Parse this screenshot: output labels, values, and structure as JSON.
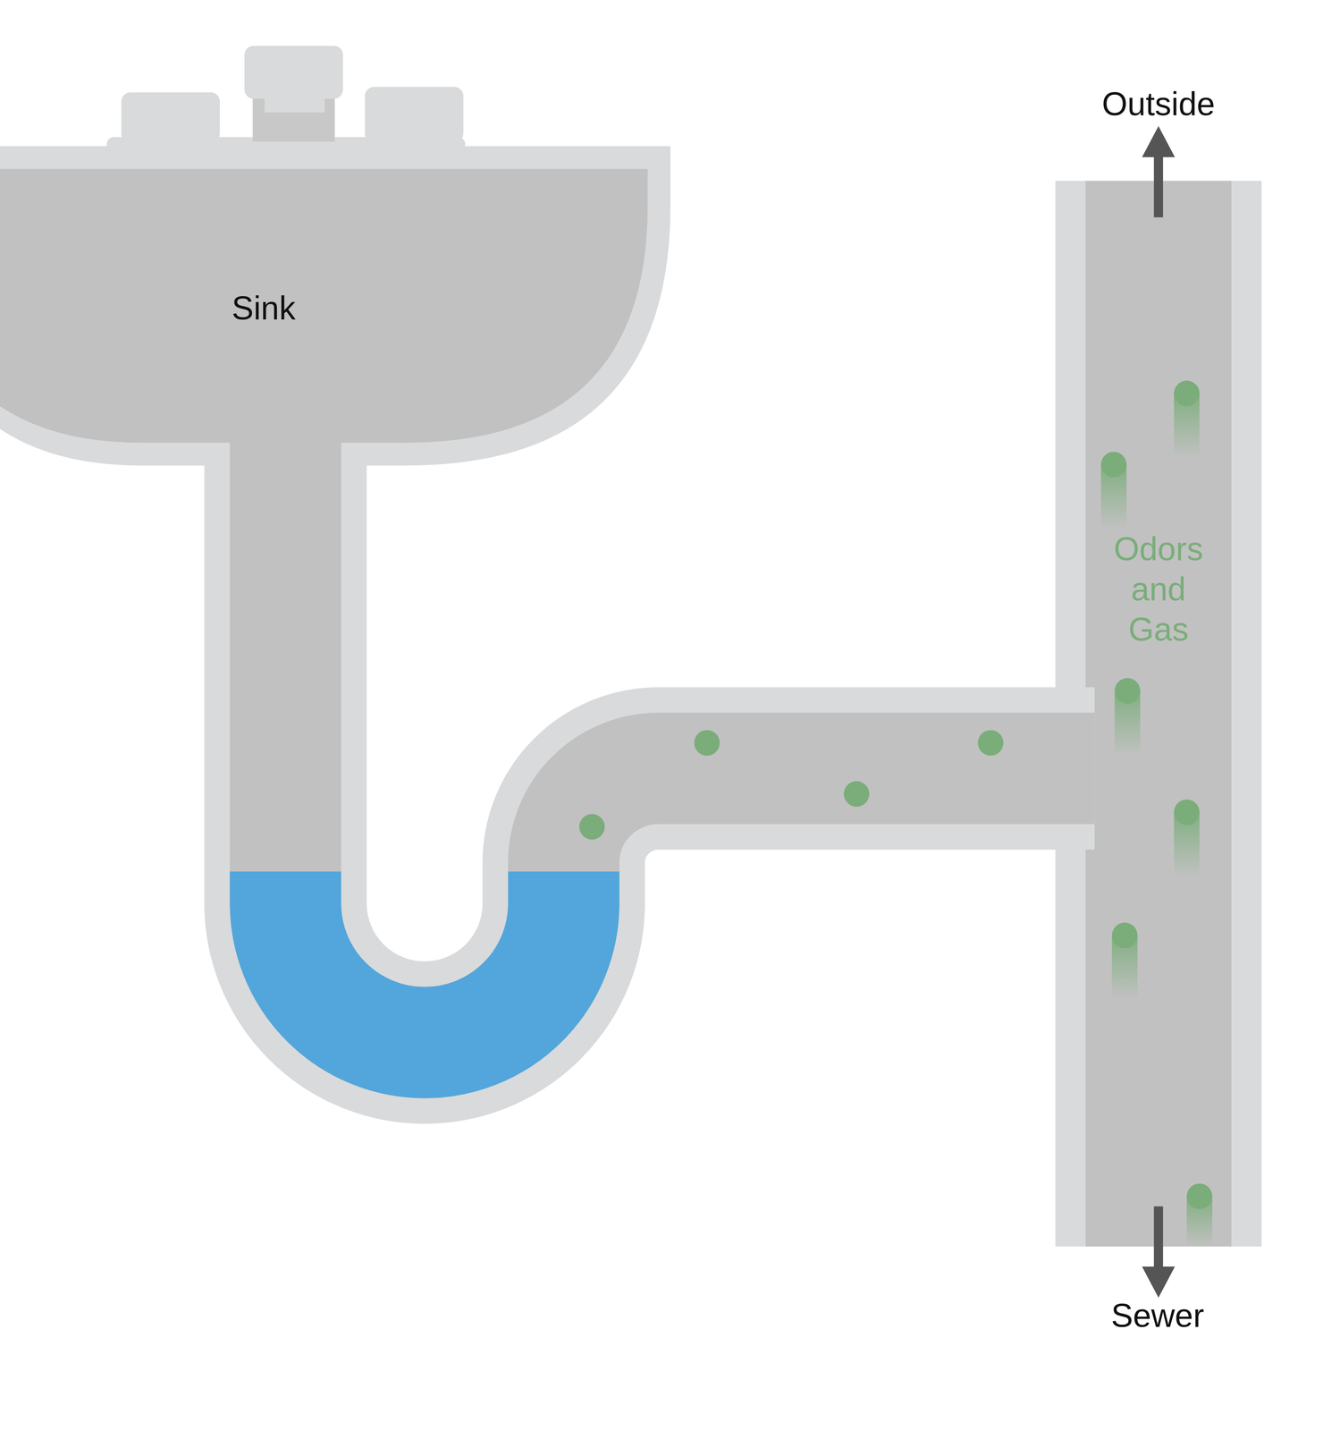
{
  "diagram": {
    "nodes": [
      {
        "text": [
          "Sink"
        ]
      },
      {
        "text": [
          "Odors and Gas"
        ]
      }
    ],
    "labels": [
      "Outside",
      "Sewer"
    ]
  }
}
